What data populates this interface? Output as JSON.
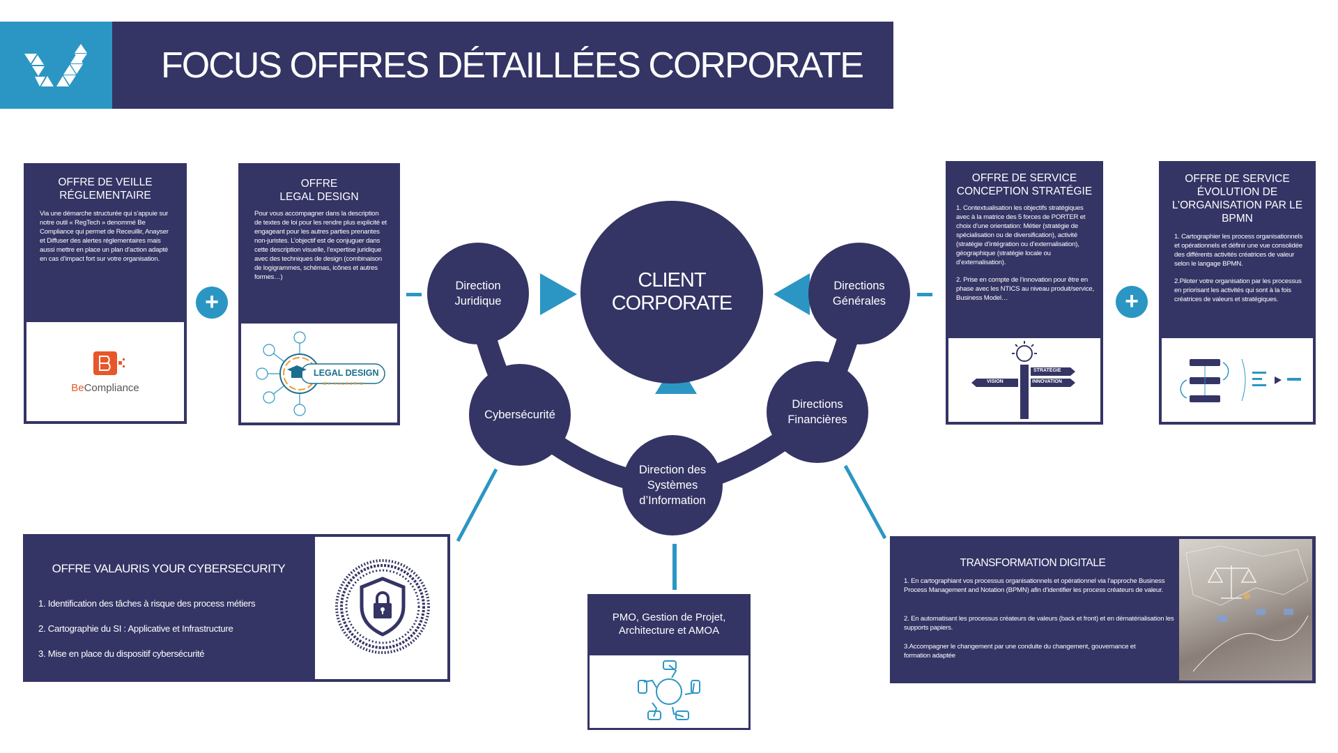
{
  "header": {
    "logo": "valauris-logo",
    "title": "FOCUS OFFRES DÉTAILLÉES CORPORATE"
  },
  "colors": {
    "navy": "#343465",
    "accent_blue": "#2b96c3",
    "orange": "#e8572a"
  },
  "center": {
    "title_line1": "CLIENT",
    "title_line2": "CORPORATE"
  },
  "nodes": {
    "juridique": [
      "Direction",
      "Juridique"
    ],
    "generales": [
      "Directions",
      "Générales"
    ],
    "cyber": [
      "Cybersécurité"
    ],
    "financieres": [
      "Directions",
      "Financières"
    ],
    "dsi": [
      "Direction des",
      "Systèmes",
      "d’Information"
    ]
  },
  "offers": {
    "veille": {
      "title": [
        "OFFRE DE VEILLE",
        "RÉGLEMENTAIRE"
      ],
      "body": "Via une démarche structurée qui s’appuie sur notre outil « RegTech » denommé Be Compliance qui permet de Receuillir, Anayser et Diffuser des alertes réglementaires mais aussi mettre en place un plan d’action adapté en cas d’impact fort sur votre organisation.",
      "logo_text_prefix": "Be",
      "logo_text_suffix": "Compliance"
    },
    "legal": {
      "title": [
        "OFFRE",
        "LEGAL DESIGN"
      ],
      "body": "Pour vous accompagner dans la description de textes de loi pour les rendre plus explicité et engageant pour les autres parties prenantes non-juristes. L’objectif est de conjuguer dans cette description visuelle, l’expertise juridique avec des techniques de design (combinaison de logigrammes, schémas, icônes et autres formes…)",
      "logo_text": "LEGAL DESIGN",
      "logo_sub": "BY VALAURIS"
    },
    "strategie": {
      "title": [
        "OFFRE DE SERVICE",
        "CONCEPTION STRATÉGIE"
      ],
      "body1": "1. Contextualisation les objectifs stratégiques avec à la matrice des 5 forces de PORTER et choix d’une orientation: Métier (stratégie de spécialisation ou de diversification), activité (stratégie d’intégration ou d’externalisation), géographique (stratégie locale ou d’externalisation).",
      "body2": "2. Prise en compte de l’innovation pour être en phase avec les NTICS au niveau produit/service, Business Model…",
      "sign_left": "VISION",
      "sign_right1": "STRATÉGIE",
      "sign_right2": "INNOVATION"
    },
    "bpmn": {
      "title": [
        "OFFRE DE SERVICE",
        "ÉVOLUTION DE",
        "L’ORGANISATION PAR LE",
        "BPMN"
      ],
      "body1": "1. Cartographier les process organisationnels et opérationnels et définir une vue consolidée des différents activités créatrices de valeur selon le langage BPMN.",
      "body2": "2.Piloter votre organisation par les processus en priorisant les activités qui sont à la fois créatrices de valeurs et stratégiques."
    },
    "cyber": {
      "title": "OFFRE VALAURIS YOUR CYBERSECURITY",
      "items": [
        "1. Identification des tâches à risque des process métiers",
        "2. Cartographie du SI : Applicative et Infrastructure",
        "3. Mise en place du dispositif cybersécurité"
      ]
    },
    "pmo": {
      "title": [
        "PMO, Gestion de Projet,",
        "Architecture et AMOA"
      ]
    },
    "transformation": {
      "title": "TRANSFORMATION DIGITALE",
      "items": [
        "1. En cartographiant vos processus organisationnels et opérationnel via l’approche Business Process Management and Notation (BPMN) afin d’identifier les process créateurs de valeur.",
        "2. En automatisant les processus créateurs de valeurs (back et front) et en dématérialisation les supports papiers.",
        "3.Accompagner le changement par une conduite du changement, gouvernance et formation adaptée"
      ]
    }
  },
  "plus_icons": [
    "+",
    "+"
  ]
}
